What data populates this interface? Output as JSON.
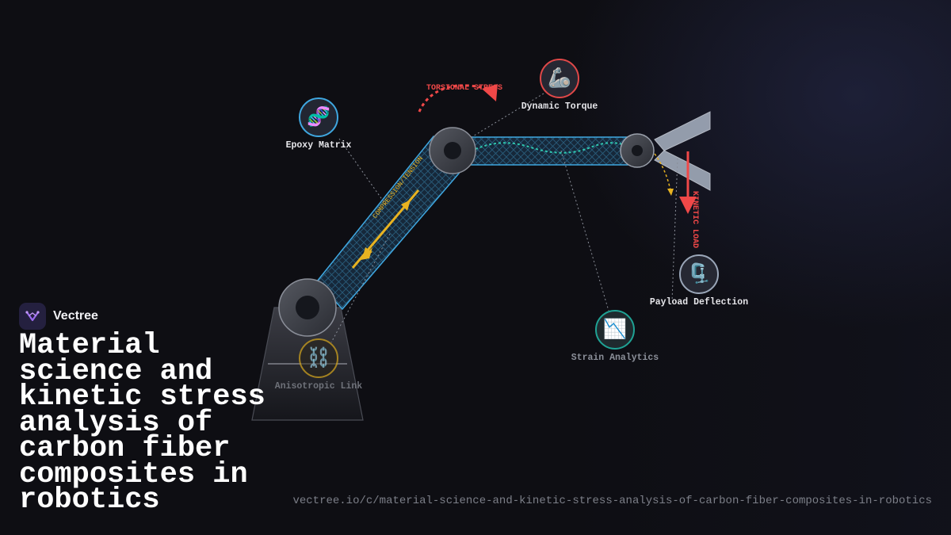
{
  "brand": {
    "name": "Vectree"
  },
  "headline": "Material science and kinetic stress analysis of carbon fiber composites in robotics",
  "url": "vectree.io/c/material-science-and-kinetic-stress-analysis-of-carbon-fiber-composites-in-robotics",
  "annotations": {
    "torsional": "TORSIONAL STRESS",
    "compression": "COMPRESSION/TENSION",
    "kinetic": "KINETIC LOAD"
  },
  "nodes": [
    {
      "id": "epoxy",
      "label": "Epoxy Matrix",
      "icon": "🧬",
      "icon_name": "dna-icon",
      "color": "#3fa7e0"
    },
    {
      "id": "torque",
      "label": "Dynamic Torque",
      "icon": "🦾",
      "icon_name": "robotic-arm-icon",
      "color": "#e04848"
    },
    {
      "id": "payload",
      "label": "Payload Deflection",
      "icon": "🗜️",
      "icon_name": "clamp-icon",
      "color": "#9aa6b8"
    },
    {
      "id": "strain",
      "label": "Strain Analytics",
      "icon": "📉",
      "icon_name": "chart-decreasing-icon",
      "color": "#1fa294"
    },
    {
      "id": "link",
      "label": "Anisotropic Link",
      "icon": "⛓️",
      "icon_name": "chain-link-icon",
      "color": "#c49a1e"
    }
  ],
  "colors": {
    "background": "#0e0e13",
    "carbon_blue": "#3fa7e0",
    "stress_red": "#f04848",
    "load_yellow": "#e8b321",
    "wave_teal": "#2fc8b0"
  }
}
